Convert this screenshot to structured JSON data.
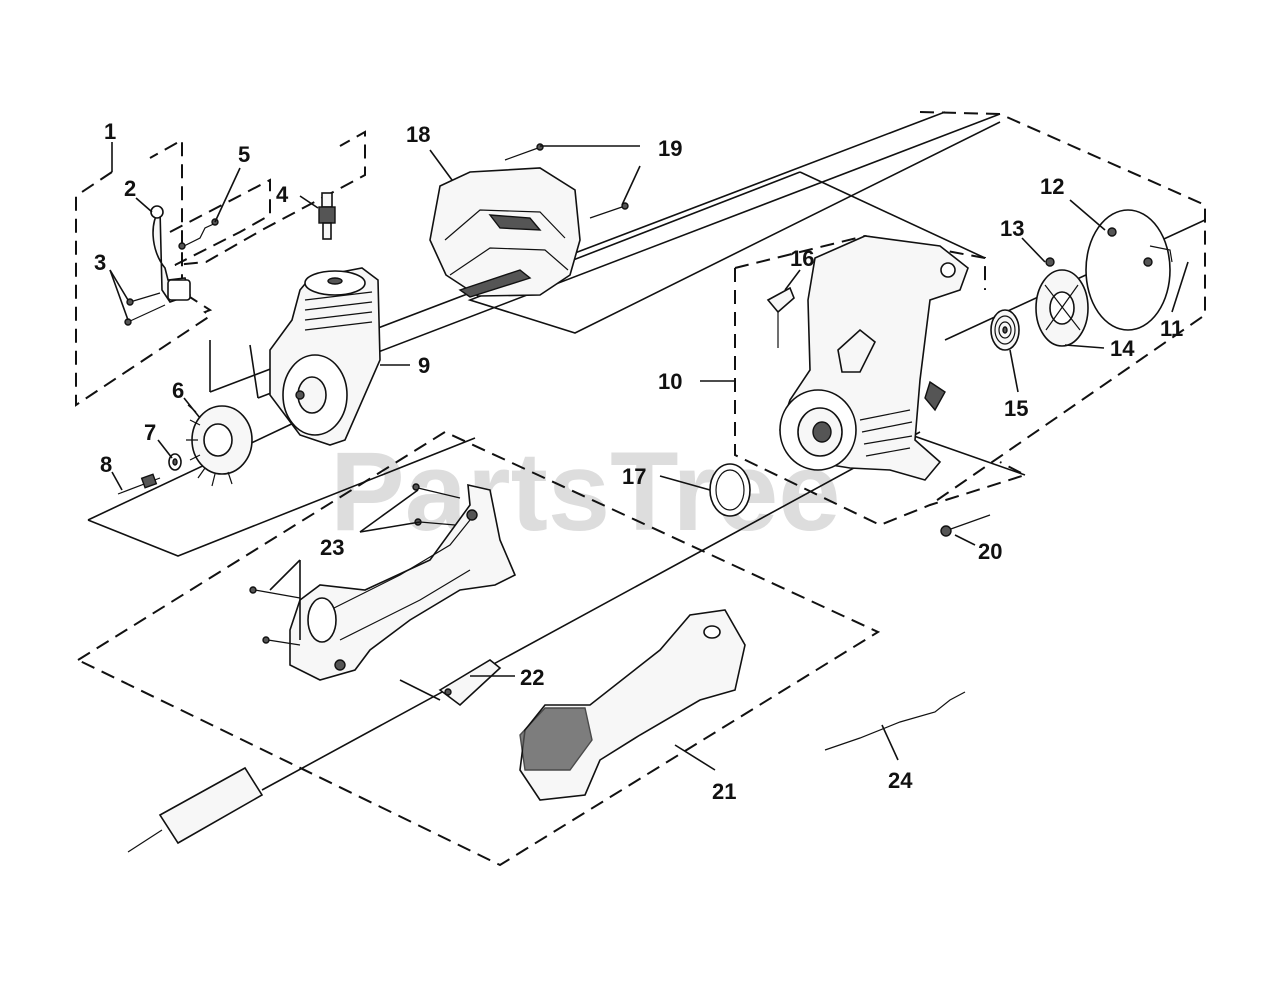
{
  "watermark": "PartsTree",
  "callouts": {
    "c1": "1",
    "c2": "2",
    "c3": "3",
    "c4": "4",
    "c5": "5",
    "c6": "6",
    "c7": "7",
    "c8": "8",
    "c9": "9",
    "c10": "10",
    "c11": "11",
    "c12": "12",
    "c13": "13",
    "c14": "14",
    "c15": "15",
    "c16": "16",
    "c17": "17",
    "c18": "18",
    "c19": "19",
    "c20": "20",
    "c21": "21",
    "c22": "22",
    "c23": "23",
    "c24": "24"
  }
}
